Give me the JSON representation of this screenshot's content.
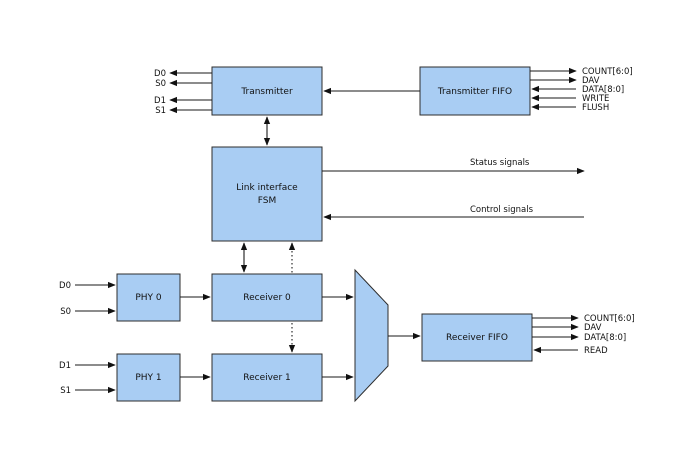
{
  "blocks": {
    "transmitter": "Transmitter",
    "transmitter_fifo": "Transmitter FIFO",
    "fsm_line1": "Link interface",
    "fsm_line2": "FSM",
    "phy0": "PHY 0",
    "phy1": "PHY 1",
    "receiver0": "Receiver 0",
    "receiver1": "Receiver 1",
    "receiver_fifo": "Receiver FIFO"
  },
  "transmitter_ports": [
    "D0",
    "S0",
    "D1",
    "S1"
  ],
  "transmitter_fifo_ports": [
    "COUNT[6:0]",
    "DAV",
    "DATA[8:0]",
    "WRITE",
    "FLUSH"
  ],
  "fsm_signals": {
    "status": "Status signals",
    "control": "Control signals"
  },
  "phy0_ports": [
    "D0",
    "S0"
  ],
  "phy1_ports": [
    "D1",
    "S1"
  ],
  "receiver_fifo_ports": [
    "COUNT[6:0]",
    "DAV",
    "DATA[8:0]",
    "READ"
  ]
}
